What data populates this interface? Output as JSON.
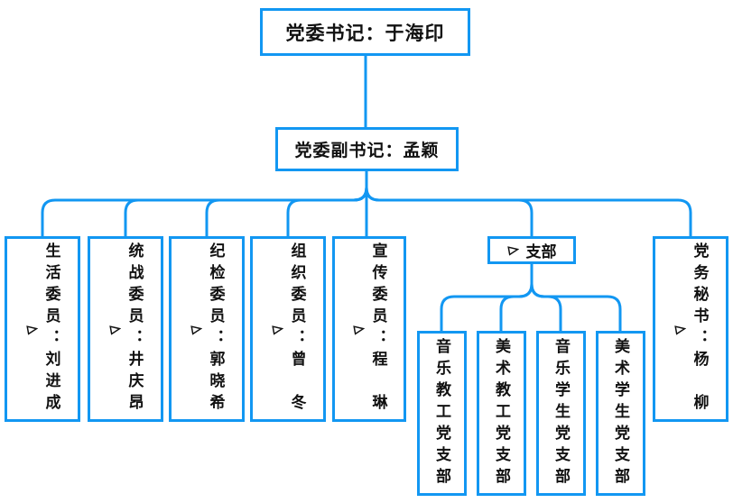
{
  "colors": {
    "line": "#1297f2",
    "text": "#111111",
    "background": "#ffffff"
  },
  "org_chart": {
    "root": {
      "label": "党委书记：于海印"
    },
    "deputy": {
      "label": "党委副书记：孟颖"
    },
    "members": [
      {
        "bullet": "➢",
        "label": "生活委员：刘进成"
      },
      {
        "bullet": "➢",
        "label": "统战委员：井庆昂"
      },
      {
        "bullet": "➢",
        "label": "纪检委员：郭晓希"
      },
      {
        "bullet": "➢",
        "label": "组织委员：曾　冬"
      },
      {
        "bullet": "➢",
        "label": "宣传委员：程　琳"
      },
      {
        "bullet": "➢",
        "label": "党务秘书：杨　柳"
      }
    ],
    "branch": {
      "bullet": "➢",
      "label": "支部"
    },
    "branch_children": [
      {
        "label": "音乐教工党支部"
      },
      {
        "label": "美术教工党支部"
      },
      {
        "label": "音乐学生党支部"
      },
      {
        "label": "美术学生党支部"
      }
    ]
  }
}
